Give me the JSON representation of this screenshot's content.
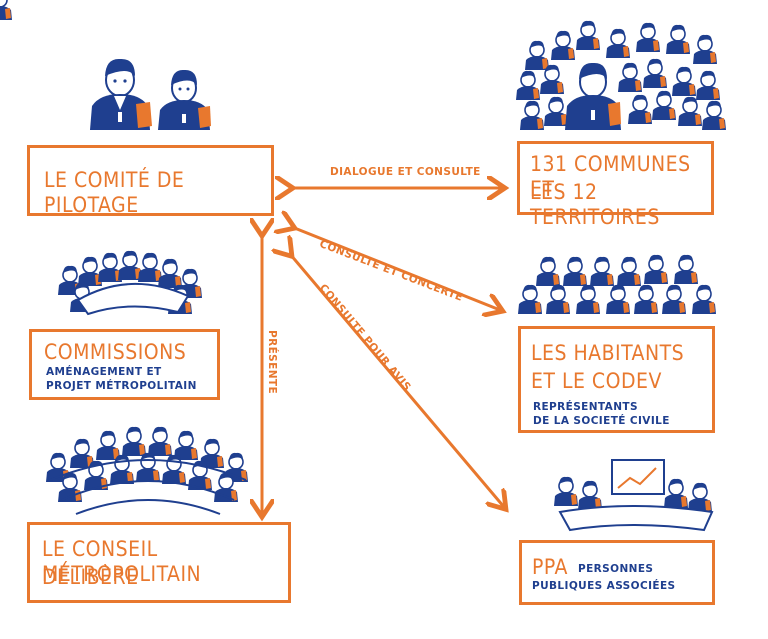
{
  "boxes": {
    "comite": {
      "title": "LE COMITÉ DE PILOTAGE"
    },
    "commissions": {
      "title": "COMMISSIONS",
      "subtitle_1": "AMÉNAGEMENT ET",
      "subtitle_2": "PROJET MÉTROPOLITAIN"
    },
    "conseil": {
      "title_1": "LE CONSEIL MÉTROPOLITAIN",
      "title_2": "DÉLIBÈRE"
    },
    "communes": {
      "title_1": "131 COMMUNES ET",
      "title_2": "LES 12 TERRITOIRES"
    },
    "habitants": {
      "title_1": "LES HABITANTS",
      "title_2": "ET LE CODEV",
      "subtitle_1": "REPRÉSENTANTS",
      "subtitle_2": "DE LA SOCIETÉ CIVILE"
    },
    "ppa": {
      "title": "PPA",
      "subtitle_1": "PERSONNES",
      "subtitle_2": "PUBLIQUES ASSOCIÉES"
    }
  },
  "arrows": {
    "dialogue": "DIALOGUE ET CONSULTE",
    "concerte": "CONSULTE ET CONCERTE",
    "avis": "CONSULTE POUR AVIS",
    "presente": "PRÉSENTE"
  },
  "colors": {
    "orange": "#e8782e",
    "blue": "#1f3f8f",
    "red": "#d9442a"
  },
  "icons": [
    "two-elected-officials-icon",
    "crowd-of-mayors-icon",
    "meeting-table-icon",
    "citizens-group-icon",
    "council-amphitheater-icon",
    "presentation-meeting-icon"
  ]
}
